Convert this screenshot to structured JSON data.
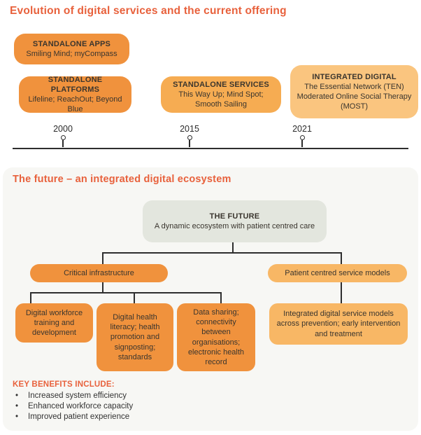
{
  "colors": {
    "accent": "#E8613C",
    "orange_dark": "#F0923D",
    "orange_mid": "#F6AC52",
    "orange_soft": "#F8B765",
    "orange_light": "#FAC57F",
    "panel_bg": "#F7F7F4",
    "root_bg": "#E3E6DE",
    "line": "#2E2E2E",
    "text_dark": "#3A352E"
  },
  "evolution": {
    "title": "Evolution of digital services and the current offering",
    "boxes": [
      {
        "heading": "STANDALONE APPS",
        "body": "Smiling Mind; myCompass"
      },
      {
        "heading": "STANDALONE PLATFORMS",
        "body": "Lifeline; ReachOut; Beyond Blue"
      },
      {
        "heading": "STANDALONE SERVICES",
        "body": "This Way Up; Mind Spot; Smooth Sailing"
      },
      {
        "heading": "INTEGRATED DIGITAL",
        "body": "The Essential Network (TEN) Moderated Online Social Therapy (MOST)"
      }
    ],
    "timeline": {
      "years": [
        "2000",
        "2015",
        "2021"
      ]
    }
  },
  "future": {
    "title": "The future – an integrated digital ecosystem",
    "root": {
      "heading": "THE FUTURE",
      "body": "A dynamic ecosystem with patient centred care"
    },
    "branches": [
      {
        "label": "Critical infrastructure"
      },
      {
        "label": "Patient centred service models"
      }
    ],
    "leaves": [
      {
        "label": "Digital workforce training and development"
      },
      {
        "label": "Digital health literacy; health promotion and signposting; standards"
      },
      {
        "label": "Data sharing; connectivity between organisations; electronic health record"
      },
      {
        "label": "Integrated digital service models across prevention; early intervention and treatment"
      }
    ],
    "benefits": {
      "title": "KEY BENEFITS INCLUDE:",
      "items": [
        "Increased system efficiency",
        "Enhanced workforce capacity",
        "Improved patient experience"
      ]
    }
  }
}
